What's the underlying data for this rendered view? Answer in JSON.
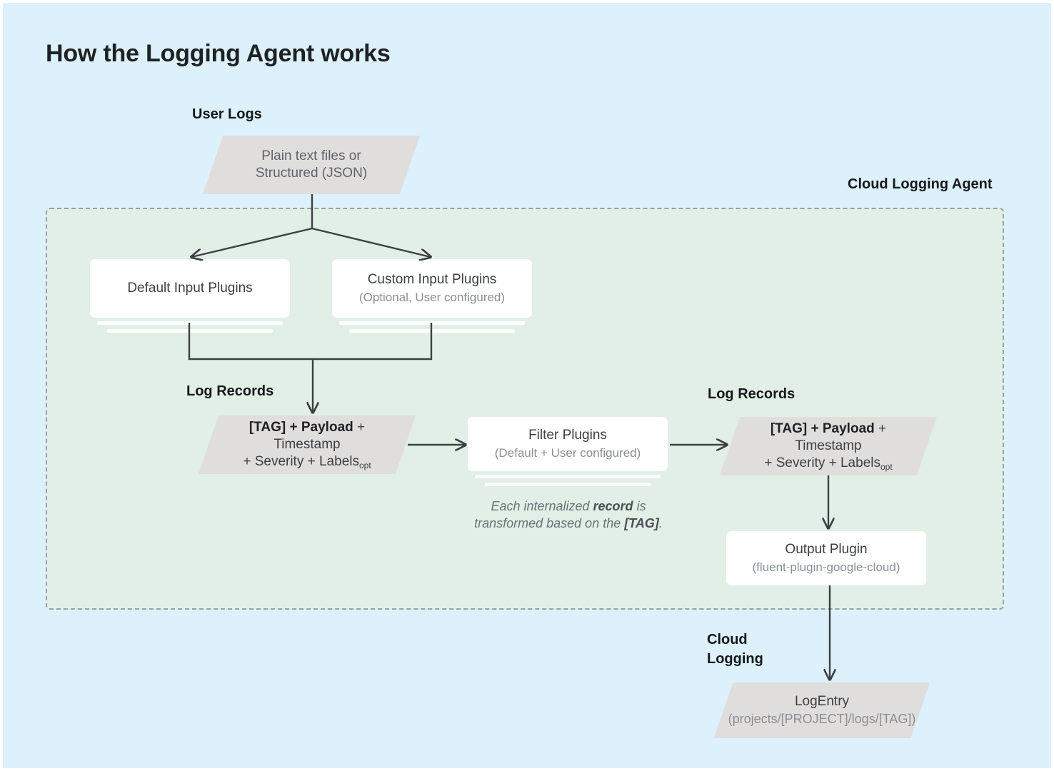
{
  "page": {
    "title": "How the Logging Agent works",
    "bg_color": "#ddf1fc",
    "panel_color": "#e2efe6",
    "parallelogram_color": "#e0dedd",
    "card_color": "#ffffff",
    "line_color": "#3c4043"
  },
  "labels": {
    "user_logs": "User Logs",
    "cloud_logging_agent": "Cloud Logging Agent",
    "log_records_left": "Log Records",
    "log_records_right": "Log Records",
    "cloud_logging": "Cloud\nLogging"
  },
  "nodes": {
    "user_logs_source": {
      "line1": "Plain text files or",
      "line2": "Structured (JSON)",
      "shape": "parallelogram"
    },
    "default_input_plugins": {
      "title": "Default Input Plugins",
      "subtitle": "",
      "shape": "stacked-card"
    },
    "custom_input_plugins": {
      "title": "Custom Input Plugins",
      "subtitle": "(Optional, User configured)",
      "shape": "stacked-card"
    },
    "log_record_left": {
      "part_tag": "[TAG] + ",
      "part_payload": "Payload",
      "part_rest": " + Timestamp",
      "line2_pre": "+ Severity + Labels",
      "line2_sub": "opt",
      "shape": "parallelogram"
    },
    "filter_plugins": {
      "title": "Filter Plugins",
      "subtitle": "(Default + User configured)",
      "shape": "stacked-card"
    },
    "log_record_right": {
      "part_tag": "[TAG] + ",
      "part_payload": "Payload",
      "part_rest": " + Timestamp",
      "line2_pre": "+ Severity + Labels",
      "line2_sub": "opt",
      "shape": "parallelogram"
    },
    "output_plugin": {
      "title": "Output Plugin",
      "subtitle": "(fluent-plugin-google-cloud)",
      "shape": "card"
    },
    "log_entry": {
      "title": "LogEntry",
      "subtitle": "(projects/[PROJECT]/logs/[TAG])",
      "shape": "parallelogram"
    }
  },
  "captions": {
    "transform_pre": "Each internalized ",
    "transform_bold1": "record",
    "transform_mid": " is transformed based on the ",
    "transform_bold2": "[TAG]",
    "transform_end": "."
  }
}
